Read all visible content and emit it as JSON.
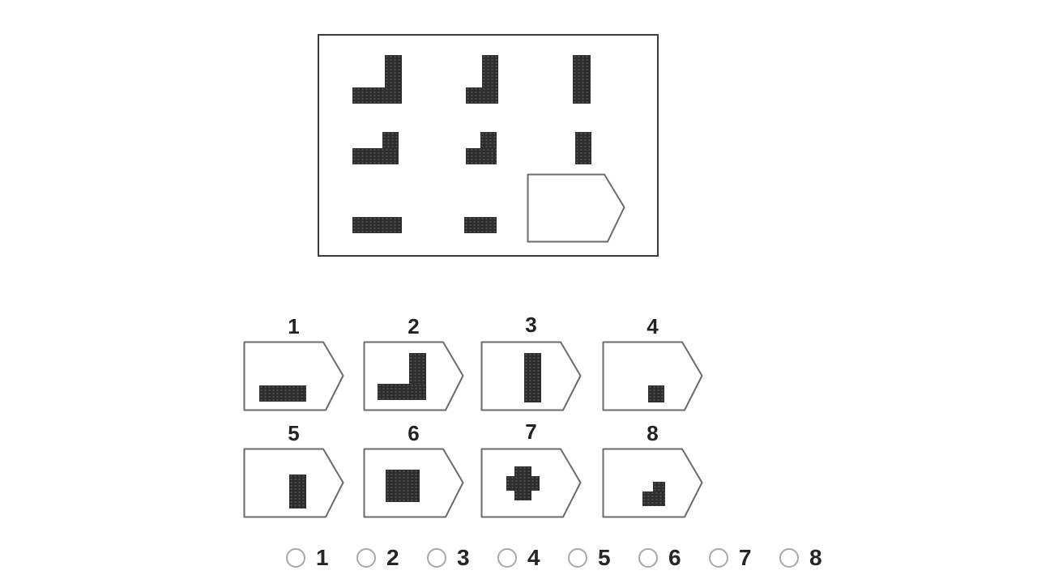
{
  "puzzle": {
    "kind": "progressive-matrix-question",
    "colors": {
      "shape_fill": "#2d2d2d",
      "matrix_border": "#3c3c3c",
      "tag_outline": "#6b6b6b",
      "radio_border": "#a8a8a8",
      "number_text": "#222222"
    },
    "matrix": {
      "cells": [
        [
          "large-l-shape",
          "medium-l-shape",
          "tall-vertical-bar"
        ],
        [
          "wide-short-l-shape",
          "small-l-shape",
          "short-vertical-bar"
        ],
        [
          "wide-horizontal-bar",
          "short-horizontal-bar",
          "missing-piece-empty-tag"
        ]
      ]
    },
    "options": [
      {
        "number": "1",
        "shape": "horizontal-bar"
      },
      {
        "number": "2",
        "shape": "l-shape"
      },
      {
        "number": "3",
        "shape": "vertical-bar"
      },
      {
        "number": "4",
        "shape": "small-square"
      },
      {
        "number": "5",
        "shape": "small-vertical-rectangle"
      },
      {
        "number": "6",
        "shape": "square"
      },
      {
        "number": "7",
        "shape": "cross"
      },
      {
        "number": "8",
        "shape": "small-step-shape"
      }
    ],
    "radio_labels": [
      "1",
      "2",
      "3",
      "4",
      "5",
      "6",
      "7",
      "8"
    ]
  }
}
